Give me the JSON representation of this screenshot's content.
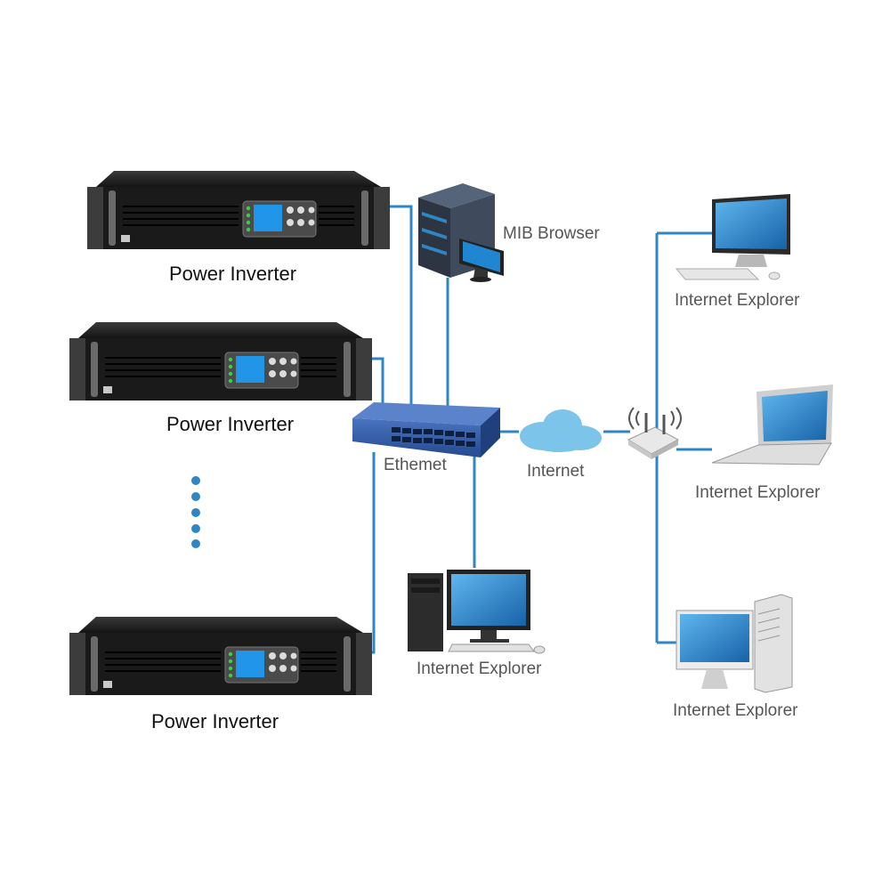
{
  "colors": {
    "link": "#2f86c4",
    "device_body": "#1c1c1c",
    "lcd": "#1e8fd8",
    "switch": "#2f5aa8",
    "cloud": "#7cc4ea",
    "screen": "#1f86d1"
  },
  "inverters": [
    {
      "label": "Power Inverter"
    },
    {
      "label": "Power Inverter"
    },
    {
      "label": "Power Inverter"
    }
  ],
  "server": {
    "label": "MIB Browser"
  },
  "switch": {
    "label": "Ethemet"
  },
  "cloud": {
    "label": "Internet"
  },
  "router": {
    "icon": "wifi-router-icon"
  },
  "clients": {
    "desktop_center": {
      "label": "Internet Explorer"
    },
    "desktop_top_right": {
      "label": "Internet Explorer"
    },
    "laptop_right": {
      "label": "Internet Explorer"
    },
    "imac_bottom_right": {
      "label": "Internet Explorer"
    }
  },
  "continuation_dots": {
    "icon": "vertical-ellipsis-icon"
  }
}
